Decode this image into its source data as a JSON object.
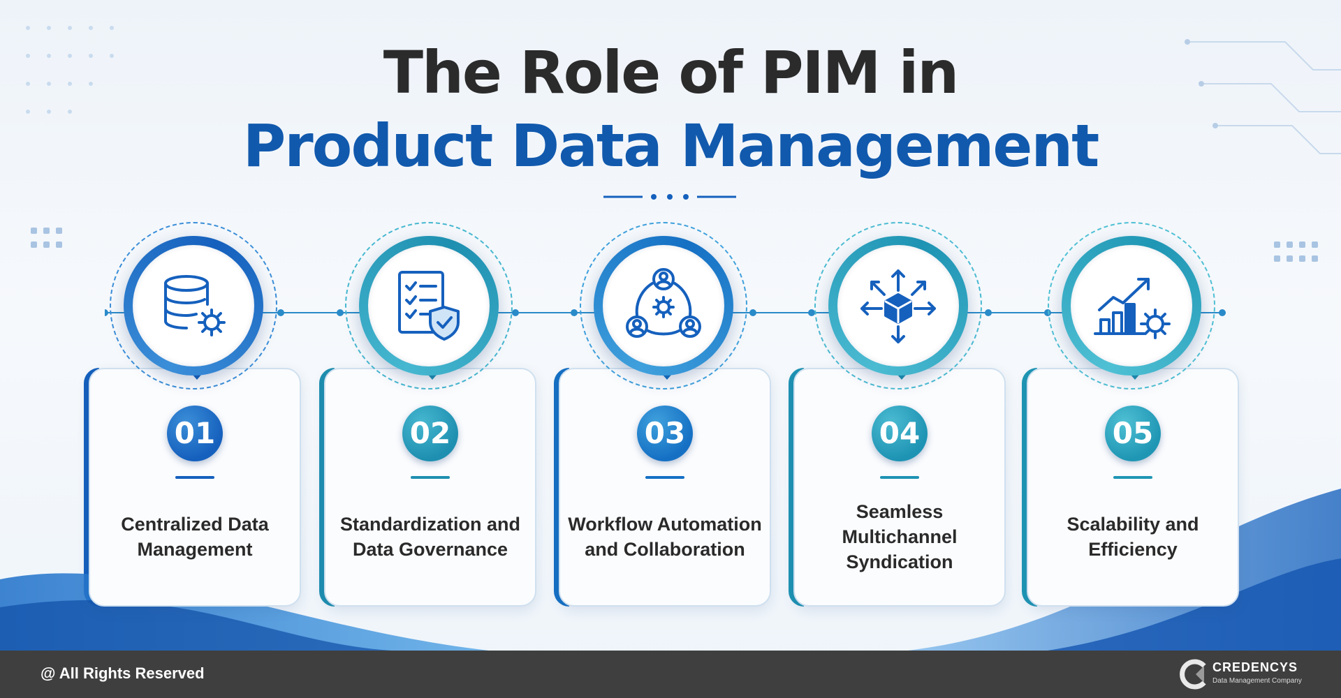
{
  "title": {
    "line1": "The Role of PIM in",
    "line2": "Product Data Management"
  },
  "colors": {
    "title_dark": "#2b2b2b",
    "title_blue": "#1159ad",
    "footer_bg": "#3f3f3f"
  },
  "steps": [
    {
      "number": "01",
      "label": "Centralized Data Management",
      "icon": "database-gear-icon",
      "accent": "#1560bd",
      "accent_light": "#3b8ed8"
    },
    {
      "number": "02",
      "label": "Standardization and Data Governance",
      "icon": "checklist-shield-icon",
      "accent": "#1e8fb0",
      "accent_light": "#46b7d0"
    },
    {
      "number": "03",
      "label": "Workflow Automation and Collaboration",
      "icon": "team-workflow-icon",
      "accent": "#1570c4",
      "accent_light": "#3fa0dc"
    },
    {
      "number": "04",
      "label": "Seamless Multichannel Syndication",
      "icon": "cube-arrows-icon",
      "accent": "#1e93b3",
      "accent_light": "#4bbbd2"
    },
    {
      "number": "05",
      "label": "Scalability and Efficiency",
      "icon": "growth-chart-gear-icon",
      "accent": "#1f96b4",
      "accent_light": "#4fc0d4"
    }
  ],
  "footer": {
    "copyright": "@ All Rights Reserved",
    "brand": "CREDENCYS",
    "tagline": "Data Management Company"
  }
}
